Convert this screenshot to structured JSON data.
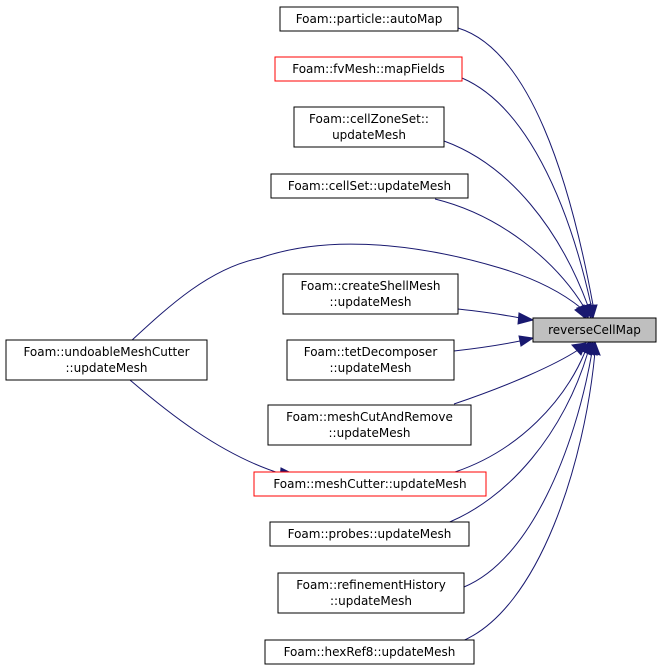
{
  "diagram": {
    "colors": {
      "edge": "#191970",
      "border": "#000000",
      "border_highlight": "#ff0000",
      "target_fill": "#bfbfbf"
    },
    "nodes": {
      "reverse_cell_map": {
        "lines": [
          "reverseCellMap"
        ]
      },
      "particle_automap": {
        "lines": [
          "Foam::particle::autoMap"
        ]
      },
      "fvmesh_mapfields": {
        "lines": [
          "Foam::fvMesh::mapFields"
        ]
      },
      "cellzoneset_updatemesh": {
        "lines": [
          "Foam::cellZoneSet::",
          "updateMesh"
        ]
      },
      "cellset_updatemesh": {
        "lines": [
          "Foam::cellSet::updateMesh"
        ]
      },
      "createshellmesh_updatemesh": {
        "lines": [
          "Foam::createShellMesh",
          "::updateMesh"
        ]
      },
      "tetdecomposer_updatemesh": {
        "lines": [
          "Foam::tetDecomposer",
          "::updateMesh"
        ]
      },
      "meshcutandremove_updatemesh": {
        "lines": [
          "Foam::meshCutAndRemove",
          "::updateMesh"
        ]
      },
      "meshcutter_updatemesh": {
        "lines": [
          "Foam::meshCutter::updateMesh"
        ]
      },
      "probes_updatemesh": {
        "lines": [
          "Foam::probes::updateMesh"
        ]
      },
      "refinementhistory_updatemesh": {
        "lines": [
          "Foam::refinementHistory",
          "::updateMesh"
        ]
      },
      "hexref8_updatemesh": {
        "lines": [
          "Foam::hexRef8::updateMesh"
        ]
      },
      "undoablemeshcutter_updatemesh": {
        "lines": [
          "Foam::undoableMeshCutter",
          "::updateMesh"
        ]
      }
    }
  }
}
